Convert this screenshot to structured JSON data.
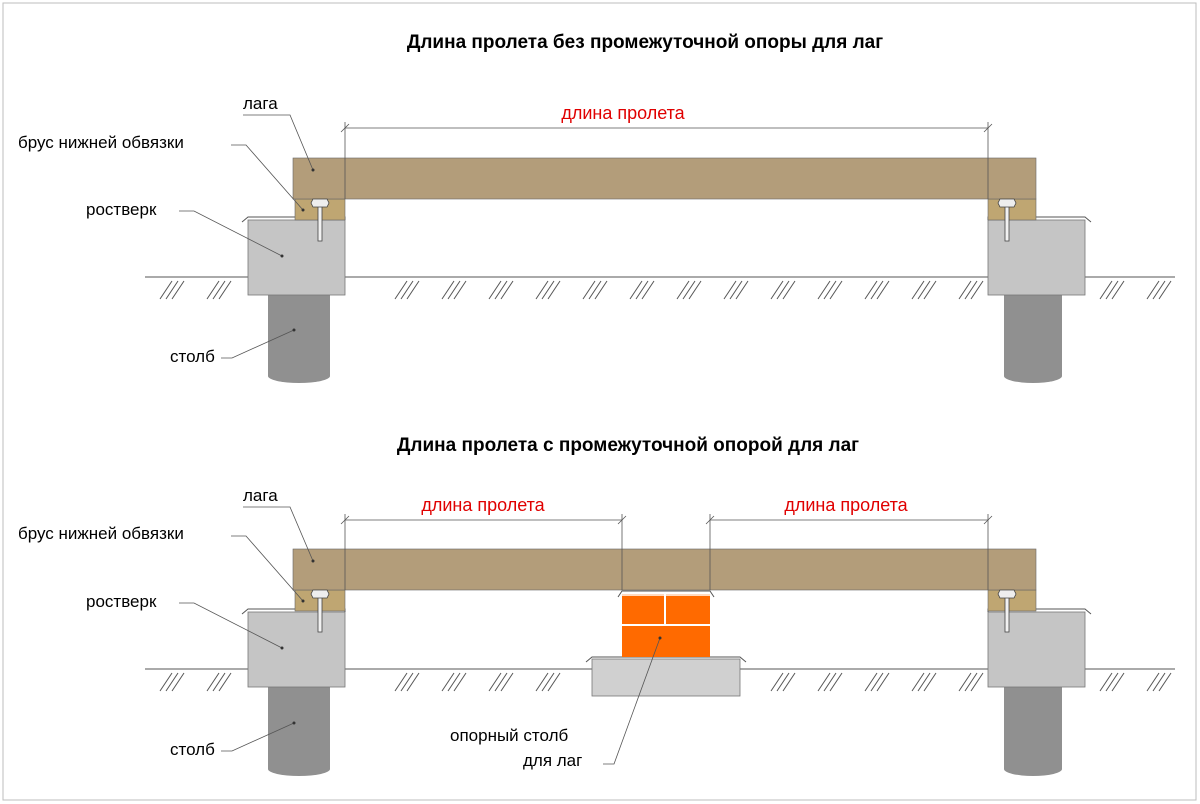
{
  "colors": {
    "joist": "#b39d7a",
    "sill": "#bfa672",
    "grillage": "#c5c5c5",
    "pile": "#909090",
    "brick": "#ff6600",
    "pad": "#d0d0d0",
    "span_text": "#e00000"
  },
  "top": {
    "title": "Длина пролета без промежуточной опоры для лаг",
    "labels": {
      "joist": "лага",
      "sill": "брус нижней обвязки",
      "grillage": "ростверк",
      "pile": "столб"
    },
    "span_labels": [
      "длина пролета"
    ]
  },
  "bottom": {
    "title": "Длина пролета с промежуточной опорой для лаг",
    "labels": {
      "joist": "лага",
      "sill": "брус нижней обвязки",
      "grillage": "ростверк",
      "pile": "столб",
      "support_line1": "опорный столб",
      "support_line2": "для лаг"
    },
    "span_labels": [
      "длина пролета",
      "длина пролета"
    ]
  }
}
